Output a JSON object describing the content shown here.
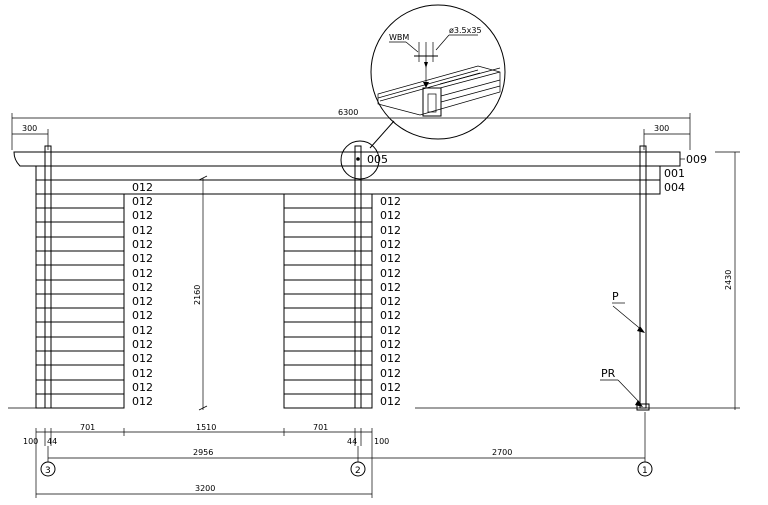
{
  "detail": {
    "label_wbm": "WBM",
    "label_screw": "ø3.5x35"
  },
  "dimensions": {
    "overall_width": "6300",
    "overhang_left": "300",
    "overhang_right": "300",
    "wall_height": "2160",
    "total_height": "2430",
    "seg_701_left": "701",
    "seg_1510": "1510",
    "seg_701_right": "701",
    "seg_100_left": "100",
    "seg_44_left": "44",
    "seg_44_right": "44",
    "seg_100_right": "100",
    "span_2956": "2956",
    "span_2700": "2700",
    "span_3200": "3200"
  },
  "part_labels": {
    "p005": "005",
    "p009": "009",
    "p001": "001",
    "p004": "004",
    "p012": "012",
    "post": "P",
    "post_base": "PR"
  },
  "grid_markers": [
    "3",
    "2",
    "1"
  ]
}
